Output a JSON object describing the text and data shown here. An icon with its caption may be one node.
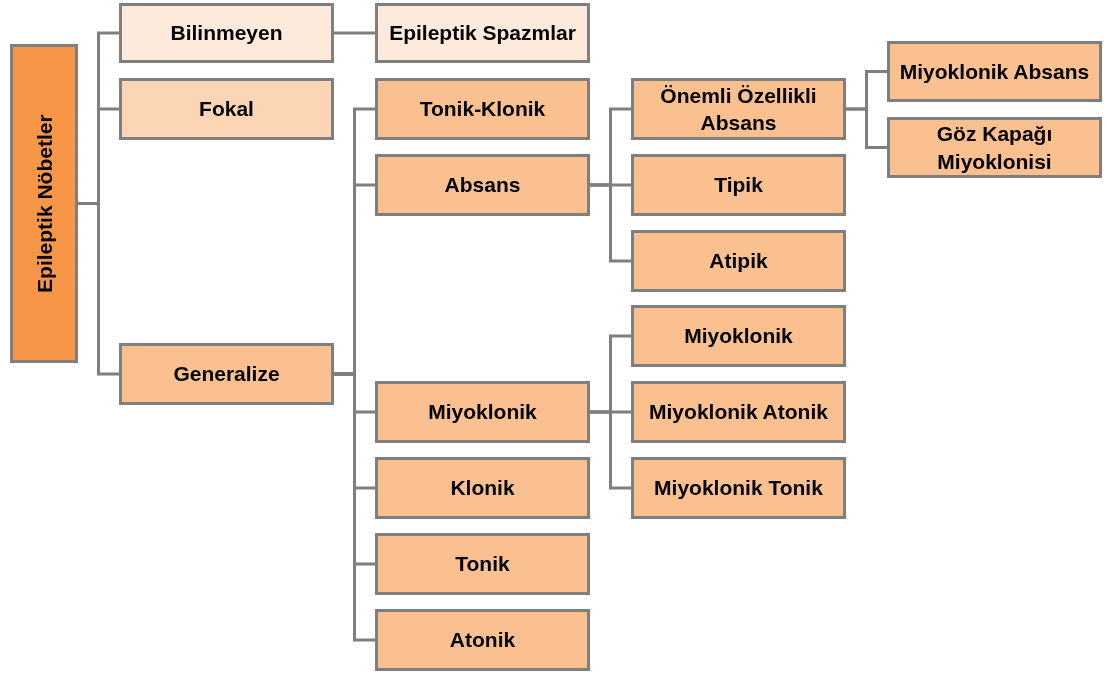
{
  "diagram": {
    "nodes": [
      {
        "text": [
          "Epileptik Nöbetler"
        ]
      },
      {
        "text": [
          "Bilinmeyen"
        ]
      },
      {
        "text": [
          "Epileptik Spazmlar"
        ]
      },
      {
        "text": [
          "Fokal"
        ]
      },
      {
        "text": [
          "Generalize"
        ]
      },
      {
        "text": [
          "Tonik-Klonik"
        ]
      },
      {
        "text": [
          "Absans"
        ]
      },
      {
        "text": [
          "Önemli Özellikli Absans"
        ]
      },
      {
        "text": [
          "Miyoklonik Absans"
        ]
      },
      {
        "text": [
          "Göz Kapağı Miyoklonisi"
        ]
      },
      {
        "text": [
          "Tipik"
        ]
      },
      {
        "text": [
          "Atipik"
        ]
      },
      {
        "text": [
          "Miyoklonik"
        ]
      },
      {
        "text": [
          "Miyoklonik"
        ]
      },
      {
        "text": [
          "Miyoklonik Atonik"
        ]
      },
      {
        "text": [
          "Miyoklonik Tonik"
        ]
      },
      {
        "text": [
          "Klonik"
        ]
      },
      {
        "text": [
          "Tonik"
        ]
      },
      {
        "text": [
          "Atonik"
        ]
      }
    ],
    "edges": [
      {
        "from": 0,
        "to": 1,
        "arrow": "none"
      },
      {
        "from": 0,
        "to": 3,
        "arrow": "none"
      },
      {
        "from": 0,
        "to": 4,
        "arrow": "none"
      },
      {
        "from": 1,
        "to": 2,
        "arrow": "none"
      },
      {
        "from": 4,
        "to": 5,
        "arrow": "none"
      },
      {
        "from": 4,
        "to": 6,
        "arrow": "none"
      },
      {
        "from": 4,
        "to": 12,
        "arrow": "none"
      },
      {
        "from": 4,
        "to": 16,
        "arrow": "none"
      },
      {
        "from": 4,
        "to": 17,
        "arrow": "none"
      },
      {
        "from": 4,
        "to": 18,
        "arrow": "none"
      },
      {
        "from": 6,
        "to": 7,
        "arrow": "none"
      },
      {
        "from": 6,
        "to": 10,
        "arrow": "none"
      },
      {
        "from": 6,
        "to": 11,
        "arrow": "none"
      },
      {
        "from": 7,
        "to": 8,
        "arrow": "none"
      },
      {
        "from": 7,
        "to": 9,
        "arrow": "none"
      },
      {
        "from": 12,
        "to": 13,
        "arrow": "none"
      },
      {
        "from": 12,
        "to": 14,
        "arrow": "none"
      },
      {
        "from": 12,
        "to": 15,
        "arrow": "none"
      }
    ]
  }
}
